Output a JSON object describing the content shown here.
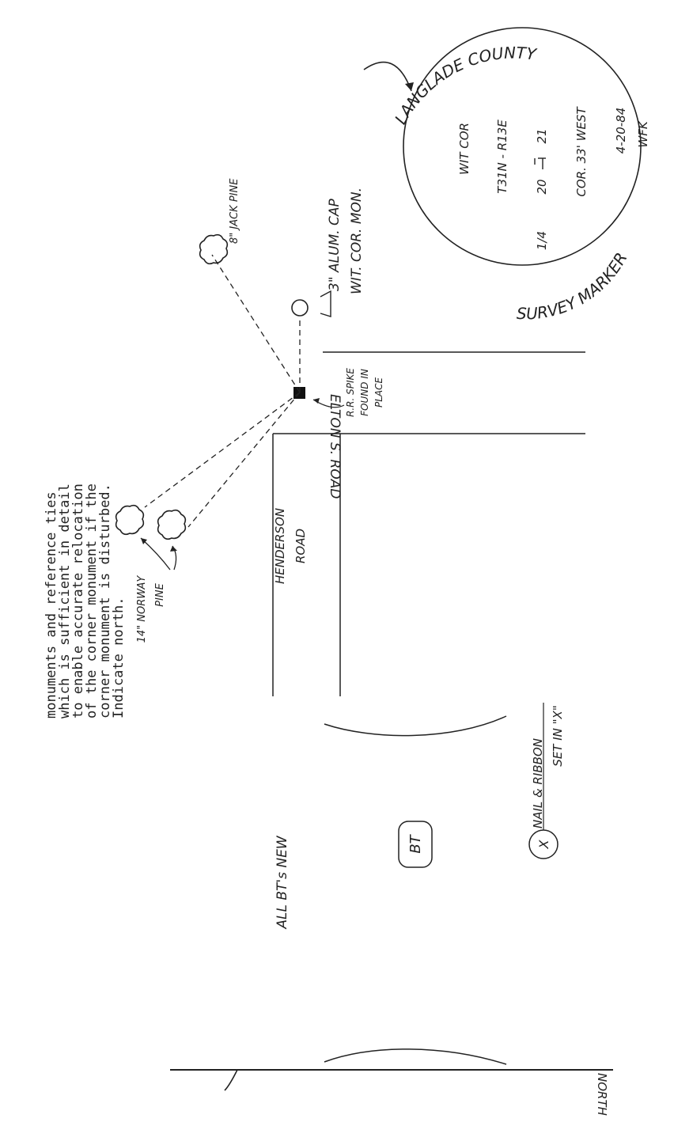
{
  "instructions": {
    "lines": [
      "monuments and reference ties",
      "which is sufficient in detail",
      "to enable accurate relocation",
      "of the corner monument if the",
      "corner monument is disturbed.",
      "Indicate north."
    ]
  },
  "north_label": "NORTH",
  "roads": {
    "elton_s": "ELTON S. ROAD",
    "henderson_line1": "HENDERSON",
    "henderson_line2": "ROAD"
  },
  "features": {
    "jack_pine": "8\" JACK PINE",
    "norway_pine_line1": "14\" NORWAY",
    "norway_pine_line2": "PINE",
    "alum_cap_line1": "3\" ALUM. CAP",
    "alum_cap_line2": "WIT. COR. MON.",
    "spike_line1": "R.R. SPIKE",
    "spike_line2": "FOUND IN",
    "spike_line3": "PLACE",
    "nail_line1": "NAIL & RIBBON",
    "nail_line2": "SET IN \"X\"",
    "bt_label": "BT",
    "x_label": "X",
    "all_bts": "ALL BT's NEW"
  },
  "cap_marker": {
    "arc_top": "LANGLADE COUNTY",
    "arc_bottom": "SURVEY MARKER",
    "line1": "WIT COR",
    "line2": "T31N - R13E",
    "line3_left": "1/4",
    "line3_mid_left": "20",
    "line3_mid_right": "21",
    "line4": "COR. 33' WEST",
    "line5": "4-20-84",
    "line6": "WFK"
  }
}
